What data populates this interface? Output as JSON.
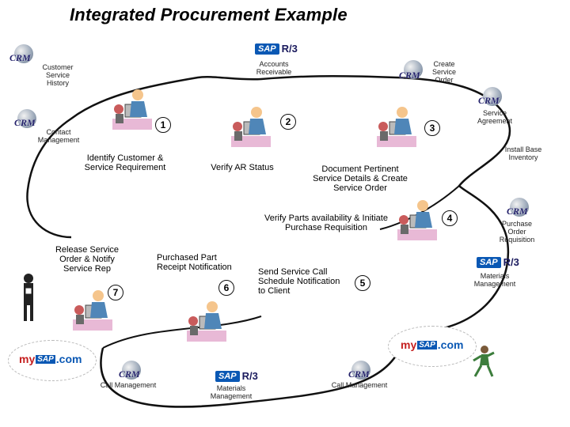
{
  "title": "Integrated Procurement Example",
  "top_logo": {
    "sap": "SAP",
    "r3": "R/3"
  },
  "labels": {
    "accounts_receivable": "Accounts Receivable",
    "customer_service_history": "Customer Service History",
    "create_service_order": "Create Service Order",
    "service_agreement": "Service Agreement",
    "contact_management": "Contact Management",
    "install_base_inventory": "Install Base Inventory",
    "purchase_order_requisition": "Purchase Order Requisition",
    "materials_management_right": "Materials Management",
    "call_management_1": "Call Management",
    "materials_management_bottom": "Materials Management",
    "call_management_2": "Call Management"
  },
  "crm_text": "CRM",
  "steps": {
    "s1": {
      "num": "1",
      "text": "Identify Customer & Service Requirement"
    },
    "s2": {
      "num": "2",
      "text": "Verify AR Status"
    },
    "s3": {
      "num": "3",
      "text": "Document Pertinent Service Details & Create Service Order"
    },
    "s4": {
      "num": "4",
      "text": "Verify Parts availability & Initiate Purchase Requisition"
    },
    "s5": {
      "num": "5",
      "text": "Send Service Call Schedule Notification to Client"
    },
    "s6": {
      "num": "6",
      "text": "Purchased Part Receipt Notification"
    },
    "s7": {
      "num": "7",
      "text": "Release Service Order & Notify Service Rep"
    }
  },
  "mysap": {
    "my": "my",
    "sap": "SAP",
    "com": ".com"
  },
  "colors": {
    "sap_blue": "#0a58b4",
    "crm_navy": "#22206a",
    "curve": "#111111"
  }
}
